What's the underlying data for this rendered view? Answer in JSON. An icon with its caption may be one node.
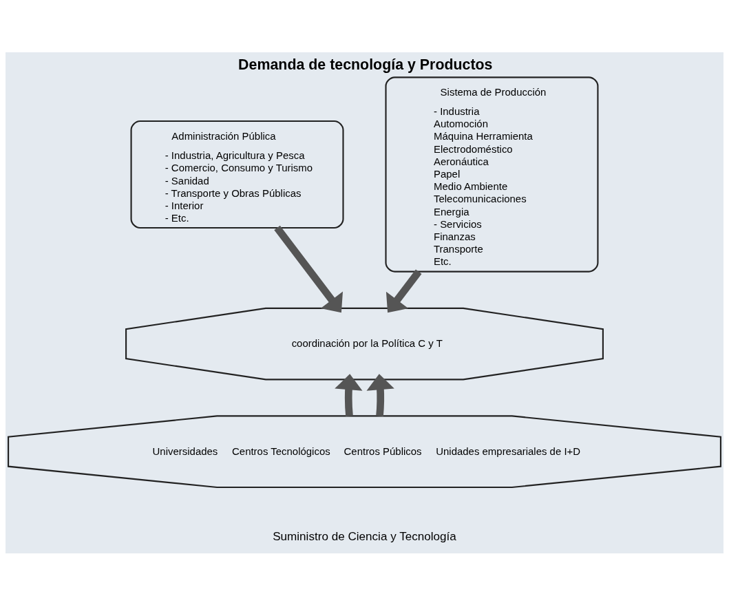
{
  "diagram": {
    "title": "Demanda de tecnología y Productos",
    "nodes": [
      {
        "text": [
          "Administración Pública",
          "- Industria, Agricultura y Pesca",
          "- Comercio, Consumo y Turismo",
          "- Sanidad",
          "- Transporte y Obras Públicas",
          "- Interior",
          "- Etc."
        ]
      },
      {
        "text": [
          "Sistema de Producción",
          "- Industria",
          "Automoción",
          "Máquina Herramienta",
          "Electrodoméstico",
          "Aeronáutica",
          "Papel",
          "Medio Ambiente",
          "Telecomunicaciones",
          "Energia",
          "- Servicios",
          "Finanzas",
          "Transporte",
          "Etc."
        ]
      },
      {
        "text": [
          "coordinación por la Política C y T"
        ]
      },
      {
        "text": [
          "Universidades",
          "Centros Tecnológicos",
          "Centros Públicos",
          "Unidades empresariales de I+D"
        ],
        "beside": [
          "Suministro de Ciencia y Tecnología"
        ]
      }
    ],
    "edges": [
      {
        "from": 0,
        "to": 2,
        "arrow": "to"
      },
      {
        "from": 1,
        "to": 2,
        "arrow": "to"
      },
      {
        "from": 3,
        "to": 2,
        "arrow": "to"
      },
      {
        "from": 3,
        "to": 2,
        "arrow": "to"
      }
    ]
  }
}
